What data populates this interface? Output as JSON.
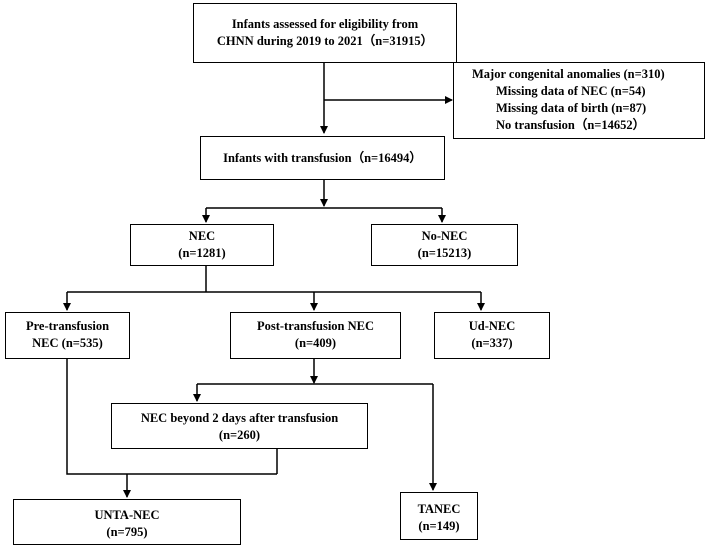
{
  "boxes": {
    "assessed": {
      "line1": "Infants assessed for eligibility from",
      "line2": "CHNN during 2019 to 2021（n=31915）"
    },
    "excluded": {
      "line1": "Major congenital anomalies (n=310)",
      "line2": "Missing data of NEC (n=54)",
      "line3": "Missing data of birth (n=87)",
      "line4": "No transfusion（n=14652）"
    },
    "transfusion": {
      "line1": "Infants with transfusion（n=16494）"
    },
    "nec": {
      "line1": "NEC",
      "line2": "(n=1281)"
    },
    "no_nec": {
      "line1": "No-NEC",
      "line2": "(n=15213)"
    },
    "pre": {
      "line1": "Pre-transfusion",
      "line2": "NEC (n=535)"
    },
    "post": {
      "line1": "Post-transfusion NEC",
      "line2": "(n=409)"
    },
    "ud": {
      "line1": "Ud-NEC",
      "line2": "(n=337)"
    },
    "beyond": {
      "line1": "NEC beyond 2 days after transfusion",
      "line2": "(n=260)"
    },
    "unta": {
      "line1": "UNTA-NEC",
      "line2": "(n=795)"
    },
    "tanec": {
      "line1": "TANEC",
      "line2": "(n=149)"
    }
  }
}
